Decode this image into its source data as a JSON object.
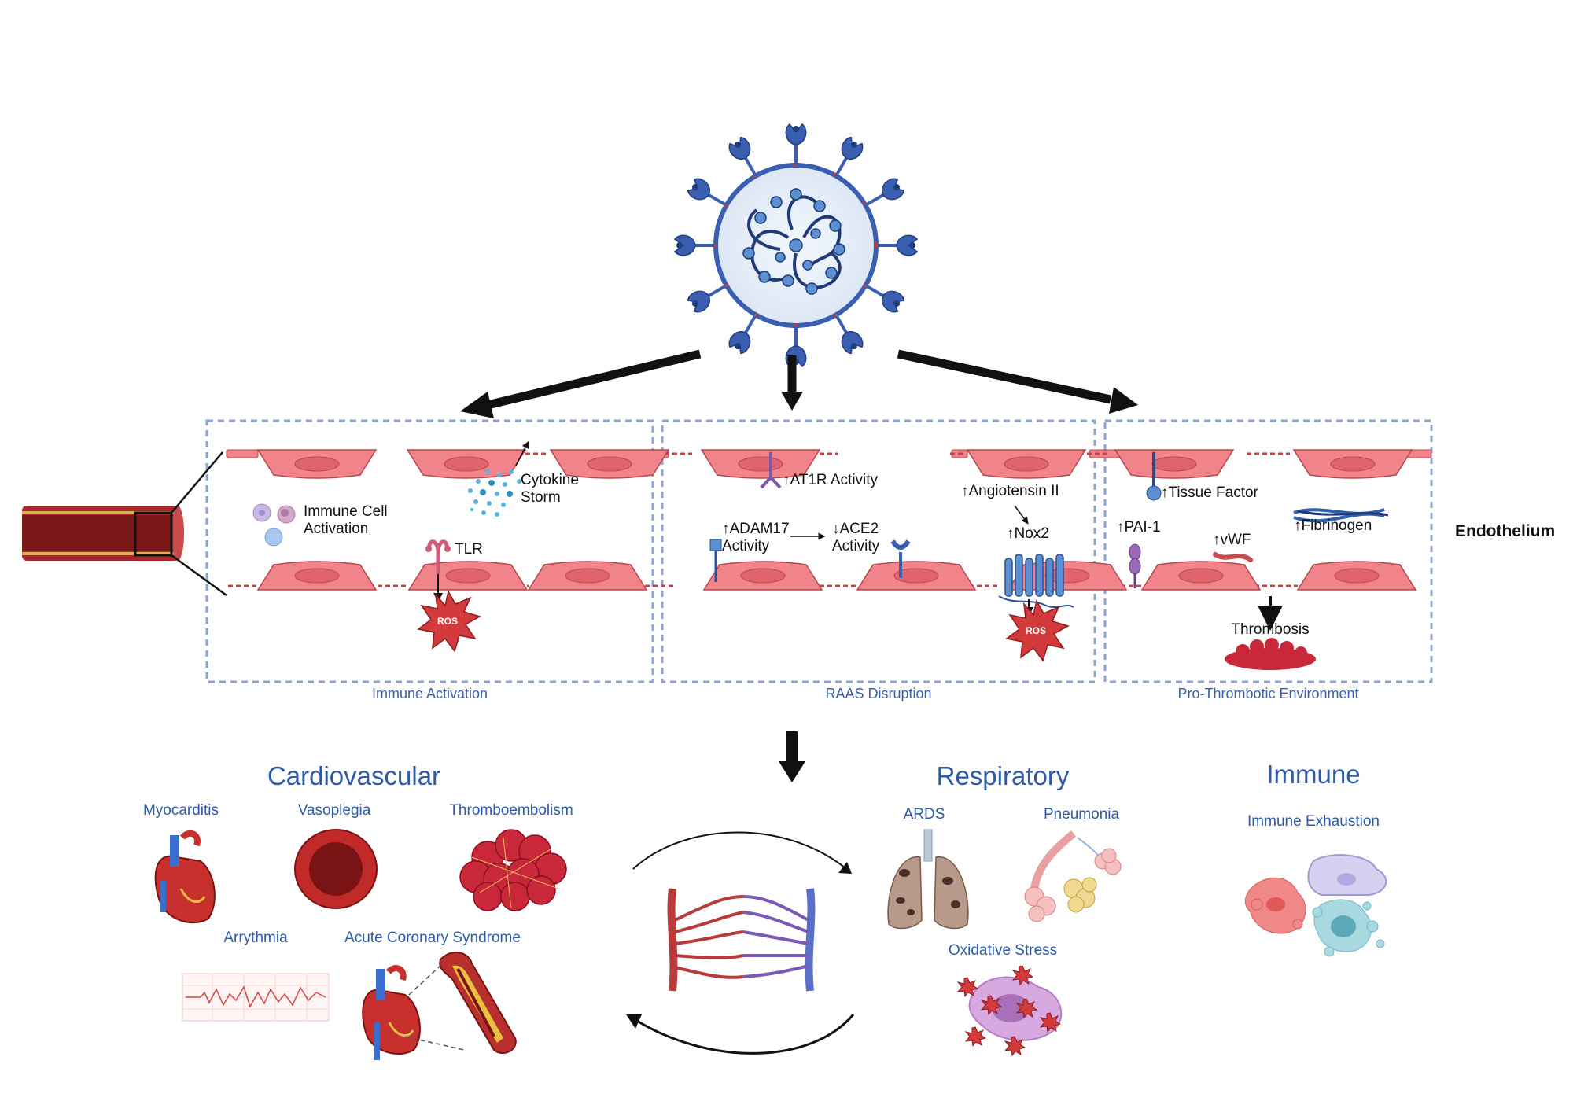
{
  "panels": [
    {
      "label": "Immune Activation"
    },
    {
      "label": "RAAS Disruption"
    },
    {
      "label": "Pro-Thrombotic Environment"
    }
  ],
  "endothelium_label": "Endothelium",
  "immune_panel": {
    "immune_cell": "Immune Cell Activation",
    "cytokine": "Cytokine Storm",
    "tlr": "TLR",
    "ros": "ROS"
  },
  "raas_panel": {
    "at1r": "AT1R Activity",
    "adam17": "ADAM17 Activity",
    "ace2": "ACE2 Activity",
    "angiotensin": "Angiotensin II",
    "nox2": "Nox2",
    "ros": "ROS"
  },
  "thrombo_panel": {
    "tissue_factor": "Tissue Factor",
    "pai1": "PAI-1",
    "vwf": "vWF",
    "fibrinogen": "Fibrinogen",
    "thrombosis": "Thrombosis"
  },
  "cardiovascular": {
    "title": "Cardiovascular",
    "items": [
      "Myocarditis",
      "Vasoplegia",
      "Thromboembolism",
      "Arrythmia",
      "Acute Coronary Syndrome"
    ]
  },
  "respiratory": {
    "title": "Respiratory",
    "items": [
      "ARDS",
      "Pneumonia",
      "Oxidative Stress"
    ]
  },
  "immune": {
    "title": "Immune",
    "items": [
      "Immune Exhaustion"
    ]
  },
  "colors": {
    "panel_border": "#8fa3d0",
    "cell_fill": "#f0848a",
    "nucleus": "#e0646c",
    "virus": "#3a5fb0",
    "vessel": "#a8292b",
    "title_blue": "#2e5aa8"
  }
}
